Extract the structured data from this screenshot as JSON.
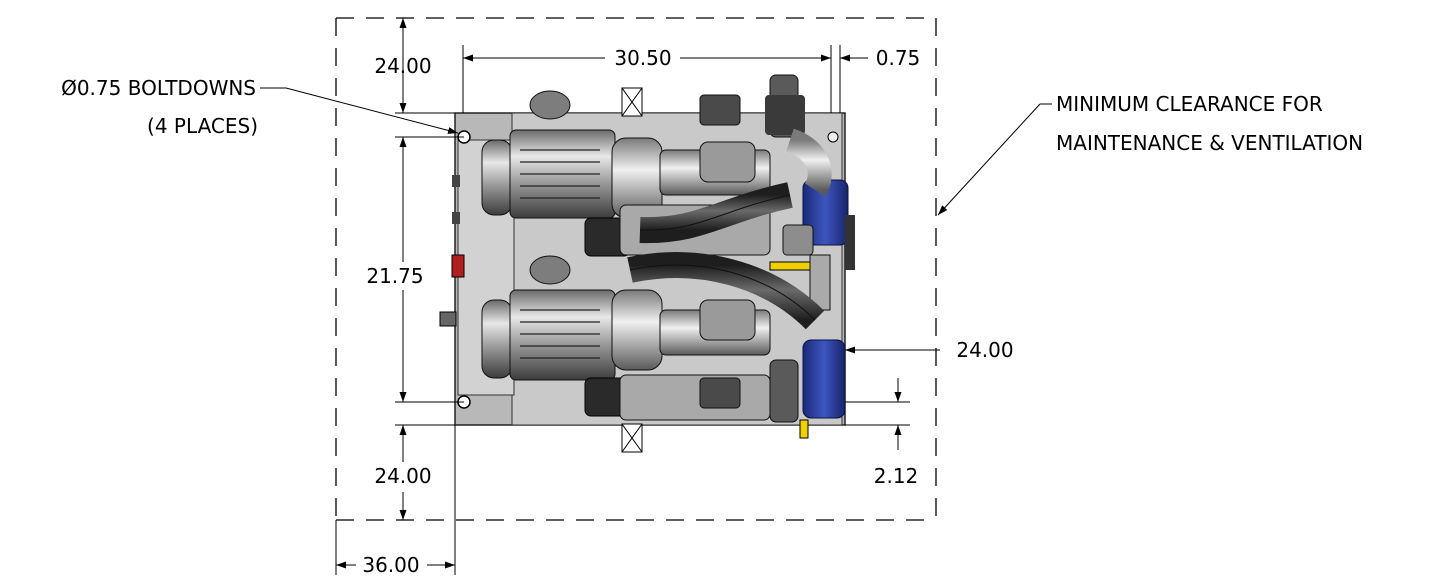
{
  "callouts": {
    "boltdowns_line1": "Ø0.75 BOLTDOWNS",
    "boltdowns_line2": "(4 PLACES)",
    "clearance_line1": "MINIMUM CLEARANCE FOR",
    "clearance_line2": "MAINTENANCE & VENTILATION"
  },
  "dimensions": {
    "top_clearance": "24.00",
    "overall_width": "30.50",
    "right_offset": "0.75",
    "bolt_spacing": "21.75",
    "right_clearance": "24.00",
    "bottom_clearance": "24.00",
    "bolt_edge_offset": "2.12",
    "left_clearance": "36.00"
  },
  "colors": {
    "motor_blue": "#2b3f9e",
    "valve_yellow": "#f0d000",
    "stop_red": "#b02020",
    "frame_gray": "#b8b8b8",
    "hose_dark": "#3a3a3a"
  }
}
